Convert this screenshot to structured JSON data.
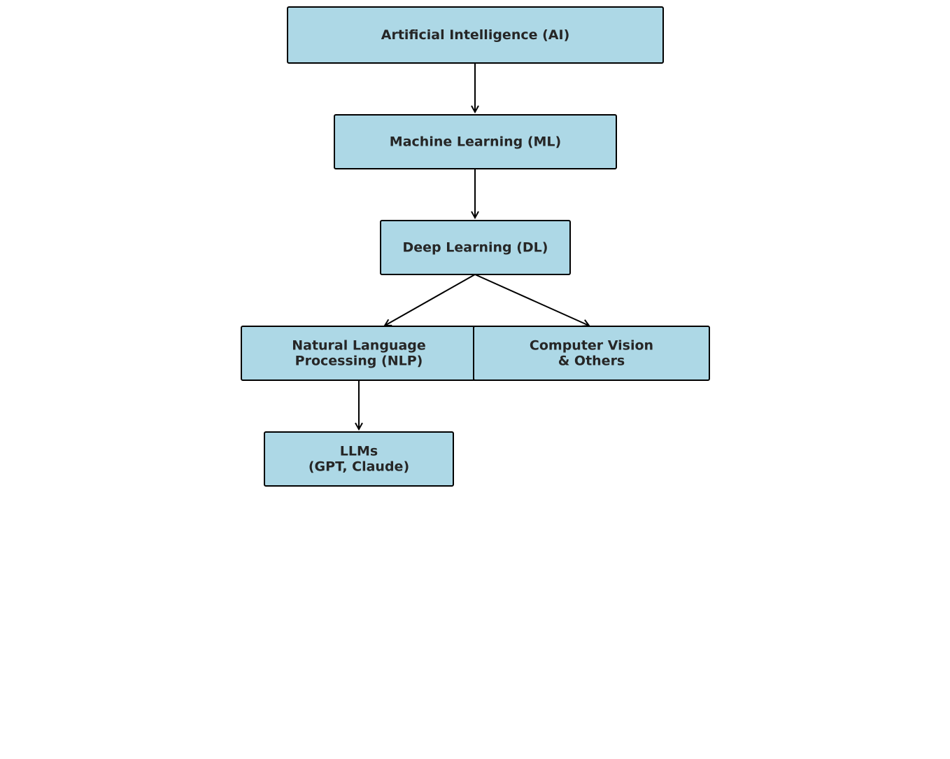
{
  "diagram": {
    "type": "flowchart-hierarchy",
    "colors": {
      "node_fill": "#add8e6",
      "node_border": "#000000",
      "text": "#262626",
      "edge": "#000000",
      "background": "#ffffff"
    },
    "nodes": [
      {
        "id": "ai",
        "lines": [
          "Artificial Intelligence (AI)"
        ]
      },
      {
        "id": "ml",
        "lines": [
          "Machine Learning (ML)"
        ]
      },
      {
        "id": "dl",
        "lines": [
          "Deep Learning (DL)"
        ]
      },
      {
        "id": "nlp",
        "lines": [
          "Natural Language",
          "Processing (NLP)"
        ]
      },
      {
        "id": "cv",
        "lines": [
          "Computer Vision",
          "& Others"
        ]
      },
      {
        "id": "llm",
        "lines": [
          "LLMs",
          "(GPT, Claude)"
        ]
      }
    ],
    "edges": [
      {
        "from": "ai",
        "to": "ml"
      },
      {
        "from": "ml",
        "to": "dl"
      },
      {
        "from": "dl",
        "to": "nlp"
      },
      {
        "from": "dl",
        "to": "cv"
      },
      {
        "from": "nlp",
        "to": "llm"
      }
    ]
  }
}
